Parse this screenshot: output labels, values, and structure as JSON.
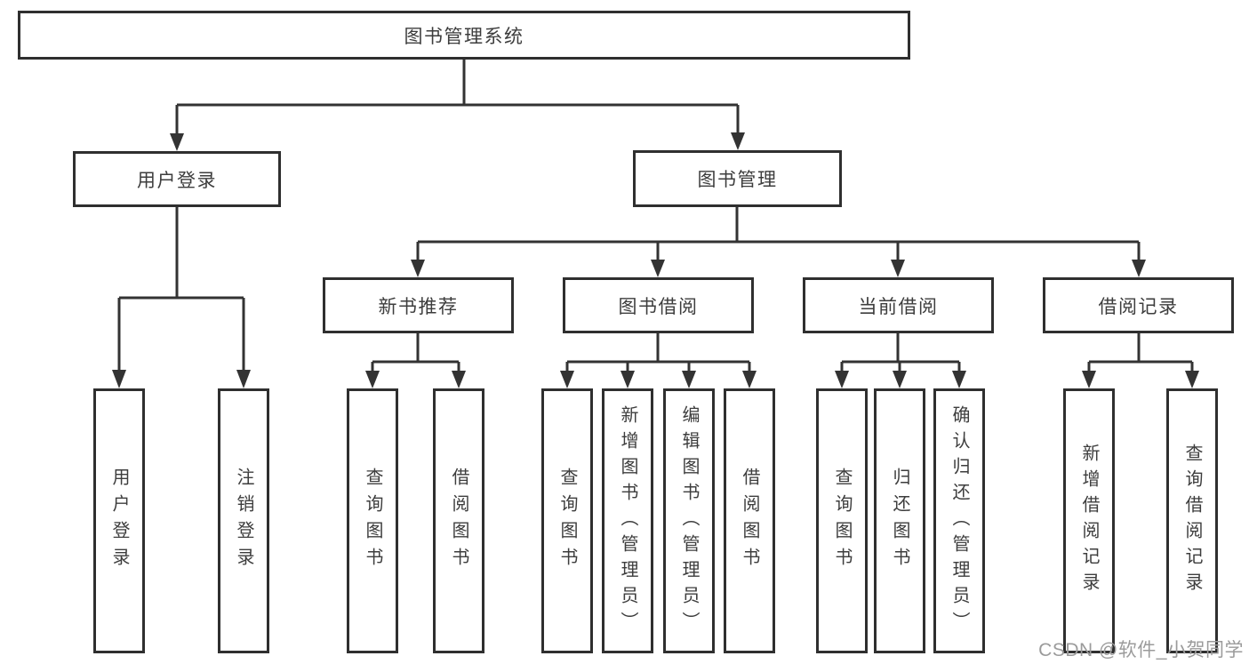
{
  "diagram_title": "图书管理系统",
  "tree": {
    "label": "图书管理系统",
    "children": [
      {
        "label": "用户登录",
        "children": [
          {
            "label": "用户登录"
          },
          {
            "label": "注销登录"
          }
        ]
      },
      {
        "label": "图书管理",
        "children": [
          {
            "label": "新书推荐",
            "children": [
              {
                "label": "查询图书"
              },
              {
                "label": "借阅图书"
              }
            ]
          },
          {
            "label": "图书借阅",
            "children": [
              {
                "label": "查询图书"
              },
              {
                "label": "新增图书（管理员）"
              },
              {
                "label": "编辑图书（管理员）"
              },
              {
                "label": "借阅图书"
              }
            ]
          },
          {
            "label": "当前借阅",
            "children": [
              {
                "label": "查询图书"
              },
              {
                "label": "归还图书"
              },
              {
                "label": "确认归还（管理员）"
              }
            ]
          },
          {
            "label": "借阅记录",
            "children": [
              {
                "label": "新增借阅记录"
              },
              {
                "label": "查询借阅记录"
              }
            ]
          }
        ]
      }
    ]
  },
  "watermark": {
    "text": "CSDN @软件_小贺同学",
    "color": "#9b9b9b"
  },
  "colors": {
    "background": "#ffffff",
    "box_border": "#2f2f2f",
    "connector": "#333333",
    "text": "#3d3d3d"
  }
}
